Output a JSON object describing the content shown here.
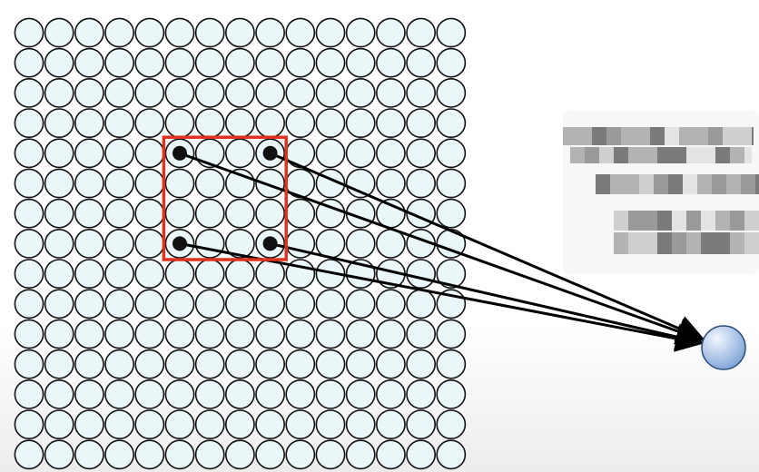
{
  "diagram": {
    "input_layer": {
      "rows": 15,
      "cols": 15,
      "neuron_fill": "#eaf6f7",
      "neuron_stroke": "#111111"
    },
    "receptive_field": {
      "row_start": 4,
      "col_start": 5,
      "size": 4,
      "stroke_color": "#e0301e",
      "highlighted_corners": [
        [
          4,
          5
        ],
        [
          4,
          8
        ],
        [
          7,
          5
        ],
        [
          7,
          8
        ]
      ]
    },
    "output_neuron": {
      "fill_light": "#f2f7ff",
      "fill_dark": "#7ea3d6",
      "stroke": "#2a4b7a"
    },
    "arrow_color": "#000000"
  },
  "obscured_text_region": {
    "blurred": true,
    "palette": [
      "#7a7a7a",
      "#9a9a9a",
      "#b3b3b3",
      "#cfcfcf",
      "#e3e3e3"
    ]
  }
}
